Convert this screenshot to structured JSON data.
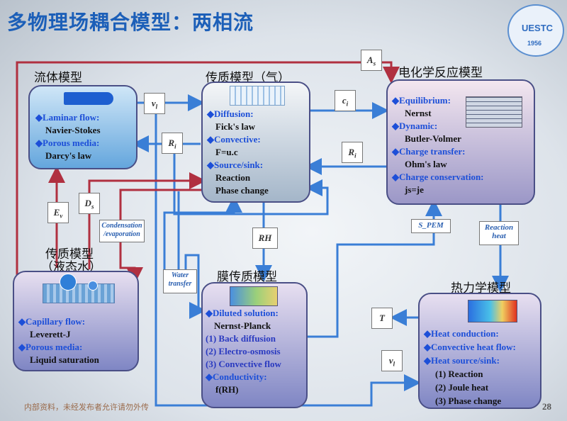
{
  "title": "多物理场耦合模型：两相流",
  "logo": {
    "text": "UESTC",
    "year": "1956"
  },
  "labels": {
    "fluid": "流体模型",
    "mass_gas": "传质模型（气）",
    "echem": "电化学反应模型",
    "liquid_1": "传质模型",
    "liquid_2": "（液态水）",
    "membrane": "膜传质模型",
    "thermal": "热力学模型"
  },
  "fluid_box": {
    "lines": [
      "◆Laminar flow:",
      "Navier-Stokes",
      "◆Porous media:",
      "Darcy's law"
    ]
  },
  "gas_box": {
    "lines": [
      "◆Diffusion:",
      "Fick's law",
      "◆Convective:",
      "F=u.c",
      "◆Source/sink:",
      "Reaction",
      "Phase change"
    ]
  },
  "echem_box": {
    "lines": [
      "◆Equilibrium:",
      "Nernst",
      "◆Dynamic:",
      "Butler-Volmer",
      "◆Charge transfer:",
      "Ohm's law",
      "◆Charge conservation:",
      "js=je"
    ]
  },
  "liquid_box": {
    "lines": [
      "◆Capillary flow:",
      "Leverett-J",
      "◆Porous media:",
      "Liquid saturation"
    ]
  },
  "membrane_box": {
    "lines": [
      "◆Diluted solution:",
      "Nernst-Planck",
      "(1) Back diffusion",
      "(2) Electro-osmosis",
      "(3) Convective flow",
      "◆Conductivity:",
      "f(RH)"
    ]
  },
  "thermal_box": {
    "lines": [
      "◆Heat conduction:",
      "◆Convective heat flow:",
      "◆Heat source/sink:",
      "(1) Reaction",
      "(2) Joule heat",
      "(3) Phase change"
    ]
  },
  "vars": {
    "A": "A",
    "A_sub": "s",
    "v_top": "v",
    "v_top_sub": "l",
    "c": "c",
    "c_sub": "i",
    "R_left": "R",
    "R_left_sub": "i",
    "R_right": "R",
    "R_right_sub": "i",
    "E": "E",
    "E_sub": "v",
    "D": "D",
    "D_sub": "s",
    "RH": "RH",
    "T": "T",
    "v_bot": "v",
    "v_bot_sub": "l"
  },
  "tags": {
    "condensation": "Condensation /evaporation",
    "water_transfer": "Water transfer",
    "s_pem": "S_PEM",
    "reaction_heat": "Reaction heat"
  },
  "footer": "内部资料，未经发布者允许请勿外传",
  "page_number": "28"
}
